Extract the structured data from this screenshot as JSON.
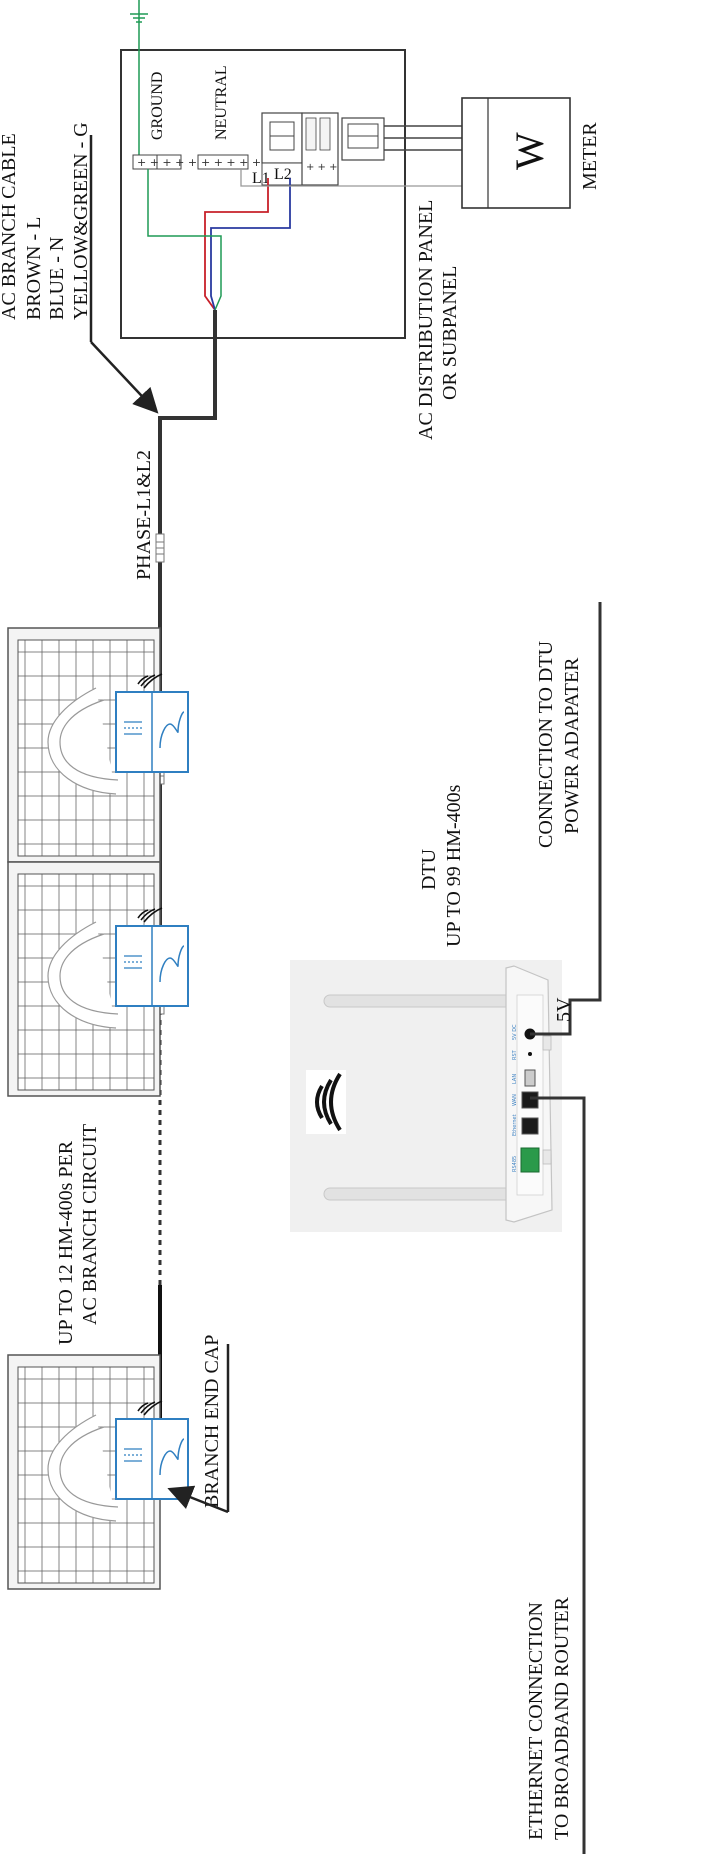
{
  "labels": {
    "ac_branch_cable_title": "AC BRANCH CABLE",
    "brown_l": "BROWN - L",
    "blue_n": "BLUE - N",
    "yellow_green_g": "YELLOW&GREEN - G",
    "ground": "GROUND",
    "neutral": "NEUTRAL",
    "l1": "L1",
    "l2": "L2",
    "meter_letter": "W",
    "meter": "METER",
    "panel_line1": "AC DISTRIBUTION PANEL",
    "panel_line2": "OR SUBPANEL",
    "phase": "PHASE-L1&L2",
    "dtu_power_line1": "CONNECTION TO DTU",
    "dtu_power_line2": "POWER ADAPATER",
    "dtu_line1": "DTU",
    "dtu_line2": "UP TO 99 HM-400s",
    "five_v": "5V",
    "branch_line1": "UP TO 12 HM-400s PER",
    "branch_line2": "AC BRANCH CIRCUIT",
    "branch_end_cap": "BRANCH END CAP",
    "ethernet_line1": "ETHERNET CONNECTION",
    "ethernet_line2": "TO BROADBAND ROUTER"
  },
  "port_labels": [
    "RS485",
    "Ethernet",
    "WAN",
    "LAN",
    "RST",
    "5V DC"
  ],
  "colors": {
    "brown_wire": "#c8202a",
    "blue_wire": "#2a3aa0",
    "ground_wire": "#1f9a55",
    "microinverter": "#2f7fc1",
    "line": "#222222"
  },
  "icons": {
    "wifi": "wifi-icon",
    "sine": "sine-wave-icon"
  }
}
